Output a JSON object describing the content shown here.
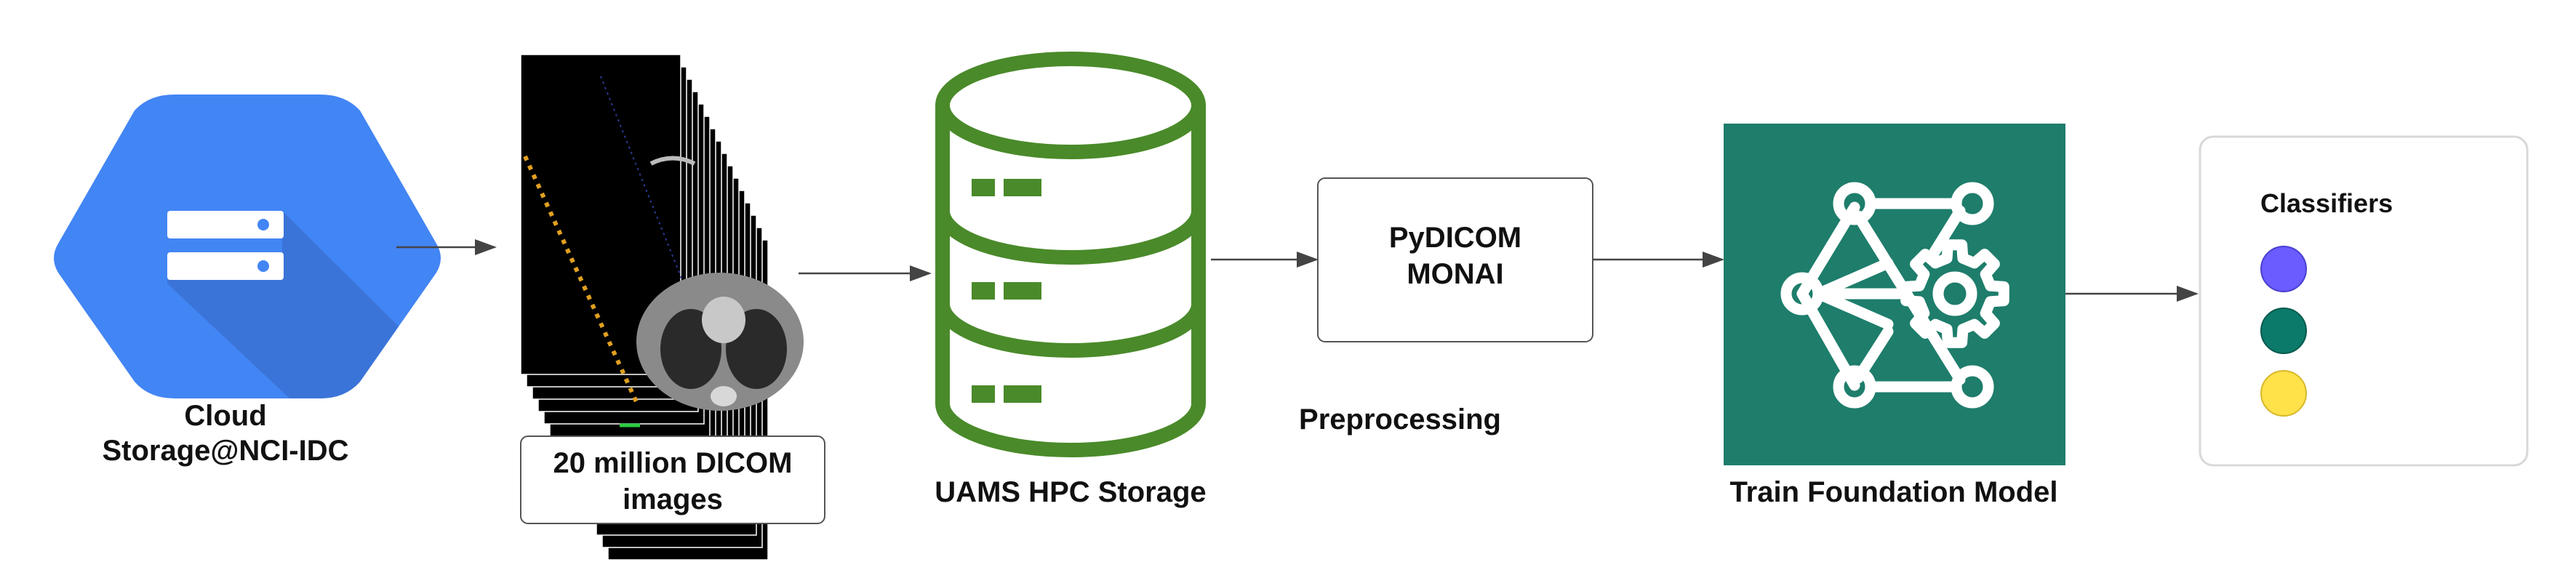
{
  "colors": {
    "cloud_blue": "#4285f4",
    "cloud_blue_shade": "#3b74d8",
    "storage_green": "#4a8a2a",
    "model_teal": "#1e7d6b",
    "arrow": "#444444",
    "text": "#111111",
    "classifier_purple": "#6a5cff",
    "classifier_teal": "#0b7a6a",
    "classifier_yellow": "#ffe14a"
  },
  "nodes": {
    "cloud": {
      "label_line1": "Cloud",
      "label_line2": "Storage@NCI-IDC",
      "icon": "cloud-storage-icon"
    },
    "dicom": {
      "label_line1": "20 million DICOM",
      "label_line2": "images",
      "icon": "ct-scan-stack-image"
    },
    "hpc": {
      "label": "UAMS HPC Storage",
      "icon": "database-icon"
    },
    "preprocess": {
      "box_line1": "PyDICOM",
      "box_line2": "MONAI",
      "caption": "Preprocessing"
    },
    "model": {
      "label": "Train Foundation Model",
      "icon": "neural-network-gear-icon"
    },
    "classifiers": {
      "title": "Classifiers"
    }
  }
}
